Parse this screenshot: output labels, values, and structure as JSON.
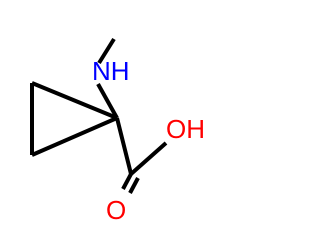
{
  "molecule": {
    "atoms": {
      "amine_nitrogen": "NH",
      "hydroxyl_oxygen": "OH",
      "carbonyl_oxygen": "O"
    },
    "colors": {
      "bond": "#000000",
      "nitrogen": "#0000ff",
      "oxygen": "#ff0000",
      "background": "#ffffff"
    }
  }
}
